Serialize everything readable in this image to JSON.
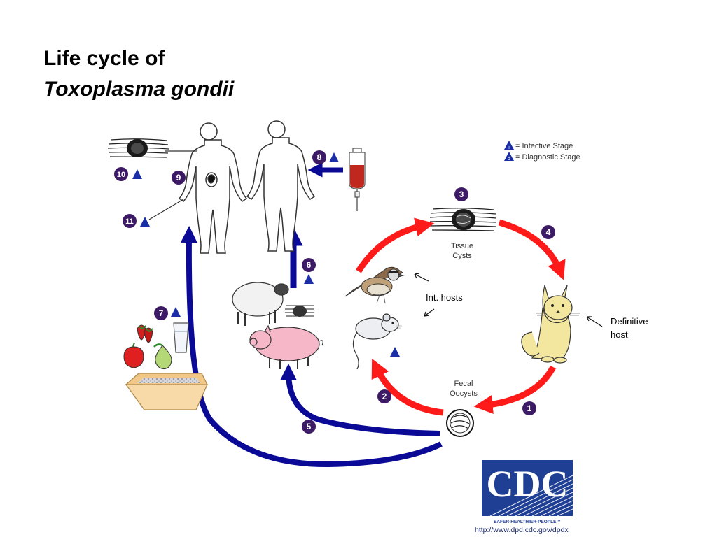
{
  "title": {
    "line1": "Life cycle of",
    "line2": "Toxoplasma gondii"
  },
  "legend": {
    "infective_symbol": "i",
    "infective_label": "= Infective Stage",
    "diagnostic_symbol": "d",
    "diagnostic_label": "= Diagnostic Stage"
  },
  "stages": {
    "s1": "1",
    "s2": "2",
    "s3": "3",
    "s4": "4",
    "s5": "5",
    "s6": "6",
    "s7": "7",
    "s8": "8",
    "s9": "9",
    "s10": "10",
    "s11": "11"
  },
  "labels": {
    "tissue_cysts_1": "Tissue",
    "tissue_cysts_2": "Cysts",
    "fecal_oocysts_1": "Fecal",
    "fecal_oocysts_2": "Oocysts",
    "int_hosts": "Int. hosts",
    "definitive_1": "Definitive",
    "definitive_2": "host"
  },
  "cdc": {
    "logo_text": "CDC",
    "tagline": "SAFER·HEALTHIER·PEOPLE™",
    "url": "http://www.dpd.cdc.gov/dpdx"
  },
  "colors": {
    "red_arrow": "#ff1a1a",
    "blue_arrow": "#0a0a96",
    "stage_circle": "#3d1a66",
    "triangle": "#1a2ea8",
    "cdc_blue": "#1f3f94",
    "blood": "#c0281e"
  }
}
